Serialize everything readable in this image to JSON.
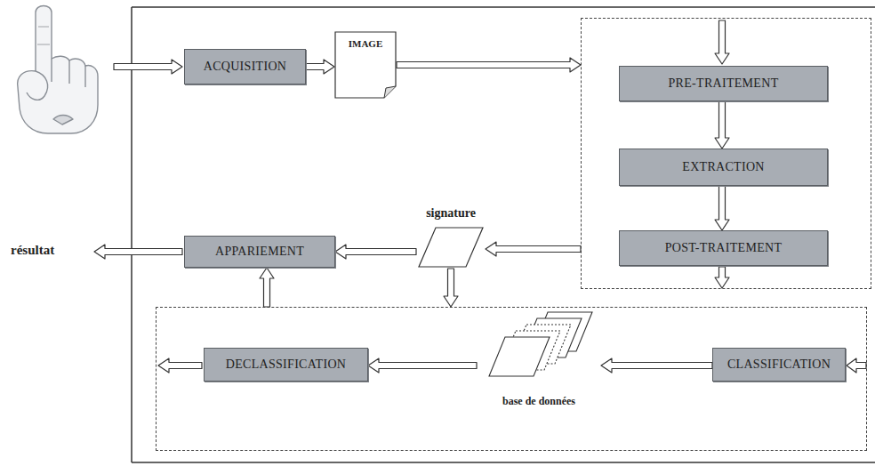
{
  "diagram": {
    "nodes": [
      {
        "text": [
          "ACQUISITION"
        ]
      },
      {
        "text": [
          "IMAGE"
        ]
      },
      {
        "text": []
      },
      {
        "text": [
          "PRE-TRAITEMENT"
        ],
        "in": 2
      },
      {
        "text": [
          "EXTRACTION"
        ],
        "in": 2
      },
      {
        "text": [
          "POST-TRAITEMENT"
        ],
        "in": 2
      },
      {
        "text": [
          "signature"
        ]
      },
      {
        "text": [
          "APPARIEMENT"
        ]
      },
      {
        "text": []
      },
      {
        "text": [
          "DECLASSIFICATION"
        ],
        "in": 8
      },
      {
        "text": [
          "base de données"
        ],
        "in": 8
      },
      {
        "text": [
          "CLASSIFICATION"
        ],
        "in": 8
      }
    ],
    "edges": [
      {
        "from": 0,
        "to": 1,
        "arrow": "to"
      },
      {
        "from": 1,
        "to": 2,
        "arrow": "to"
      },
      {
        "from": 3,
        "to": 4,
        "arrow": "to"
      },
      {
        "from": 4,
        "to": 5,
        "arrow": "to"
      },
      {
        "from": 2,
        "to": 6,
        "arrow": "to"
      },
      {
        "from": 6,
        "to": 7,
        "arrow": "to"
      },
      {
        "from": 6,
        "to": 8,
        "arrow": "to"
      },
      {
        "from": 11,
        "to": 10,
        "arrow": "to"
      },
      {
        "from": 10,
        "to": 9,
        "arrow": "to"
      },
      {
        "from": 8,
        "to": 7,
        "arrow": "to"
      }
    ],
    "labels": [
      "résultat"
    ]
  }
}
